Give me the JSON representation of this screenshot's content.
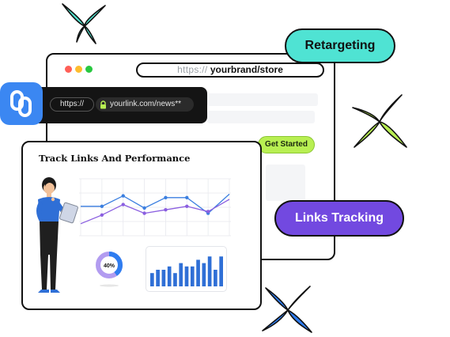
{
  "browser": {
    "address_protocol": "https://",
    "address_path": "yourbrand/store",
    "cta_label": "Get Started"
  },
  "tags": {
    "retargeting": "Retargeting",
    "links_tracking": "Links Tracking"
  },
  "link_bar": {
    "protocol": "https://",
    "url": "yourlink.com/news**"
  },
  "card": {
    "title": "Track Links And Performance",
    "donut_label": "40%",
    "donut_value": 0.4
  },
  "colors": {
    "teal": "#4fe3d3",
    "purple": "#7249e0",
    "lime": "#b8ef52",
    "blue": "#3b87f2",
    "dark": "#141414"
  },
  "chart_data": [
    {
      "type": "line",
      "series": [
        {
          "color": "#3b7fe0",
          "values": [
            2.6,
            2.6,
            3.2,
            2.5,
            3.1,
            3.1,
            2.2,
            3.3
          ]
        },
        {
          "color": "#8b5fe0",
          "values": [
            1.6,
            2.1,
            2.7,
            2.2,
            2.4,
            2.6,
            2.3,
            3.0
          ]
        }
      ]
    },
    {
      "type": "bar",
      "values": [
        4,
        5,
        5,
        6,
        4,
        7,
        6,
        6,
        8,
        7,
        9,
        5,
        9
      ]
    }
  ]
}
